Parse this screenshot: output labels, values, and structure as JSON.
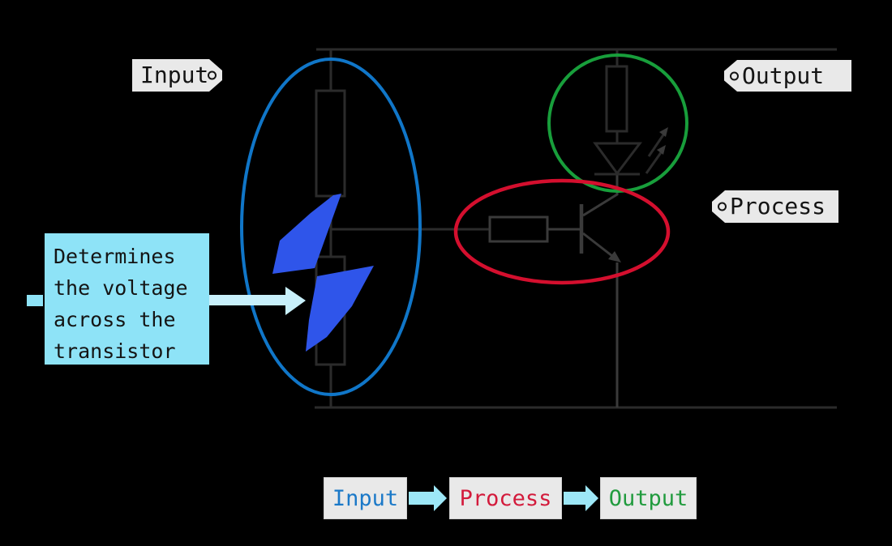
{
  "tags": {
    "input": "Input",
    "output": "Output",
    "process": "Process"
  },
  "callout": {
    "lines": [
      "Determines",
      "the voltage",
      "across the",
      "transistor"
    ]
  },
  "flow": {
    "input": "Input",
    "process": "Process",
    "output": "Output"
  },
  "colors": {
    "background": "#000000",
    "wire": "#2b2b2b",
    "wire-light": "#3a3a3a",
    "highlight-input": "#1076c8",
    "highlight-process": "#d40f2e",
    "highlight-output": "#189e3b",
    "bolt-blue": "#2f55ea",
    "callout-bg": "#8ee3f7",
    "callout-arrow": "#c8f0fb",
    "flow-arrow": "#9de7f7",
    "tag-bg": "#e9e9e9",
    "box-bg": "#e9e9e9",
    "input-accent": "#1b79c8",
    "process-accent": "#d31b3c",
    "output-accent": "#219b3e",
    "ink": "#141414"
  }
}
